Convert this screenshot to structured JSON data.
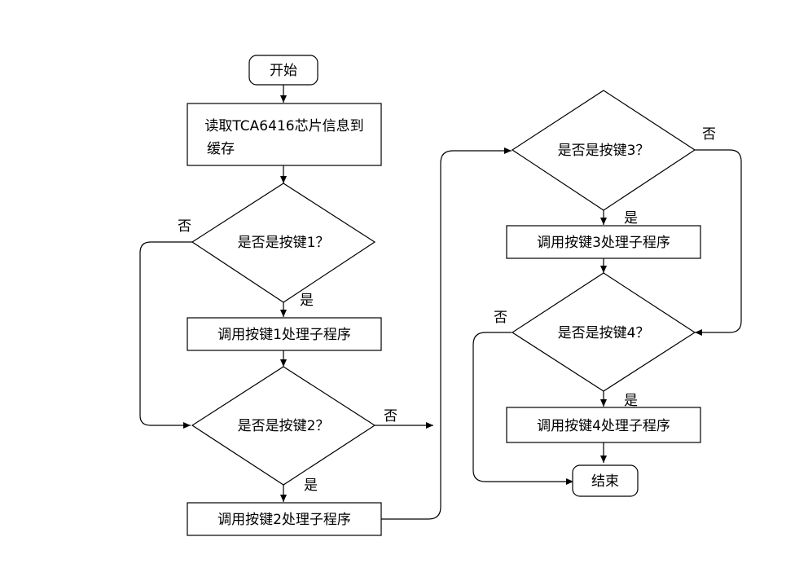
{
  "flowchart": {
    "start": "开始",
    "read": {
      "line1": "读取TCA6416芯片信息到",
      "line2": "缓存"
    },
    "decision1": "是否是按键1？",
    "process1": "调用按键1处理子程序",
    "decision2": "是否是按键2？",
    "process2": "调用按键2处理子程序",
    "decision3": "是否是按键3？",
    "process3": "调用按键3处理子程序",
    "decision4": "是否是按键4？",
    "process4": "调用按键4处理子程序",
    "end": "结束",
    "yes_label": "是",
    "no_label": "否"
  }
}
